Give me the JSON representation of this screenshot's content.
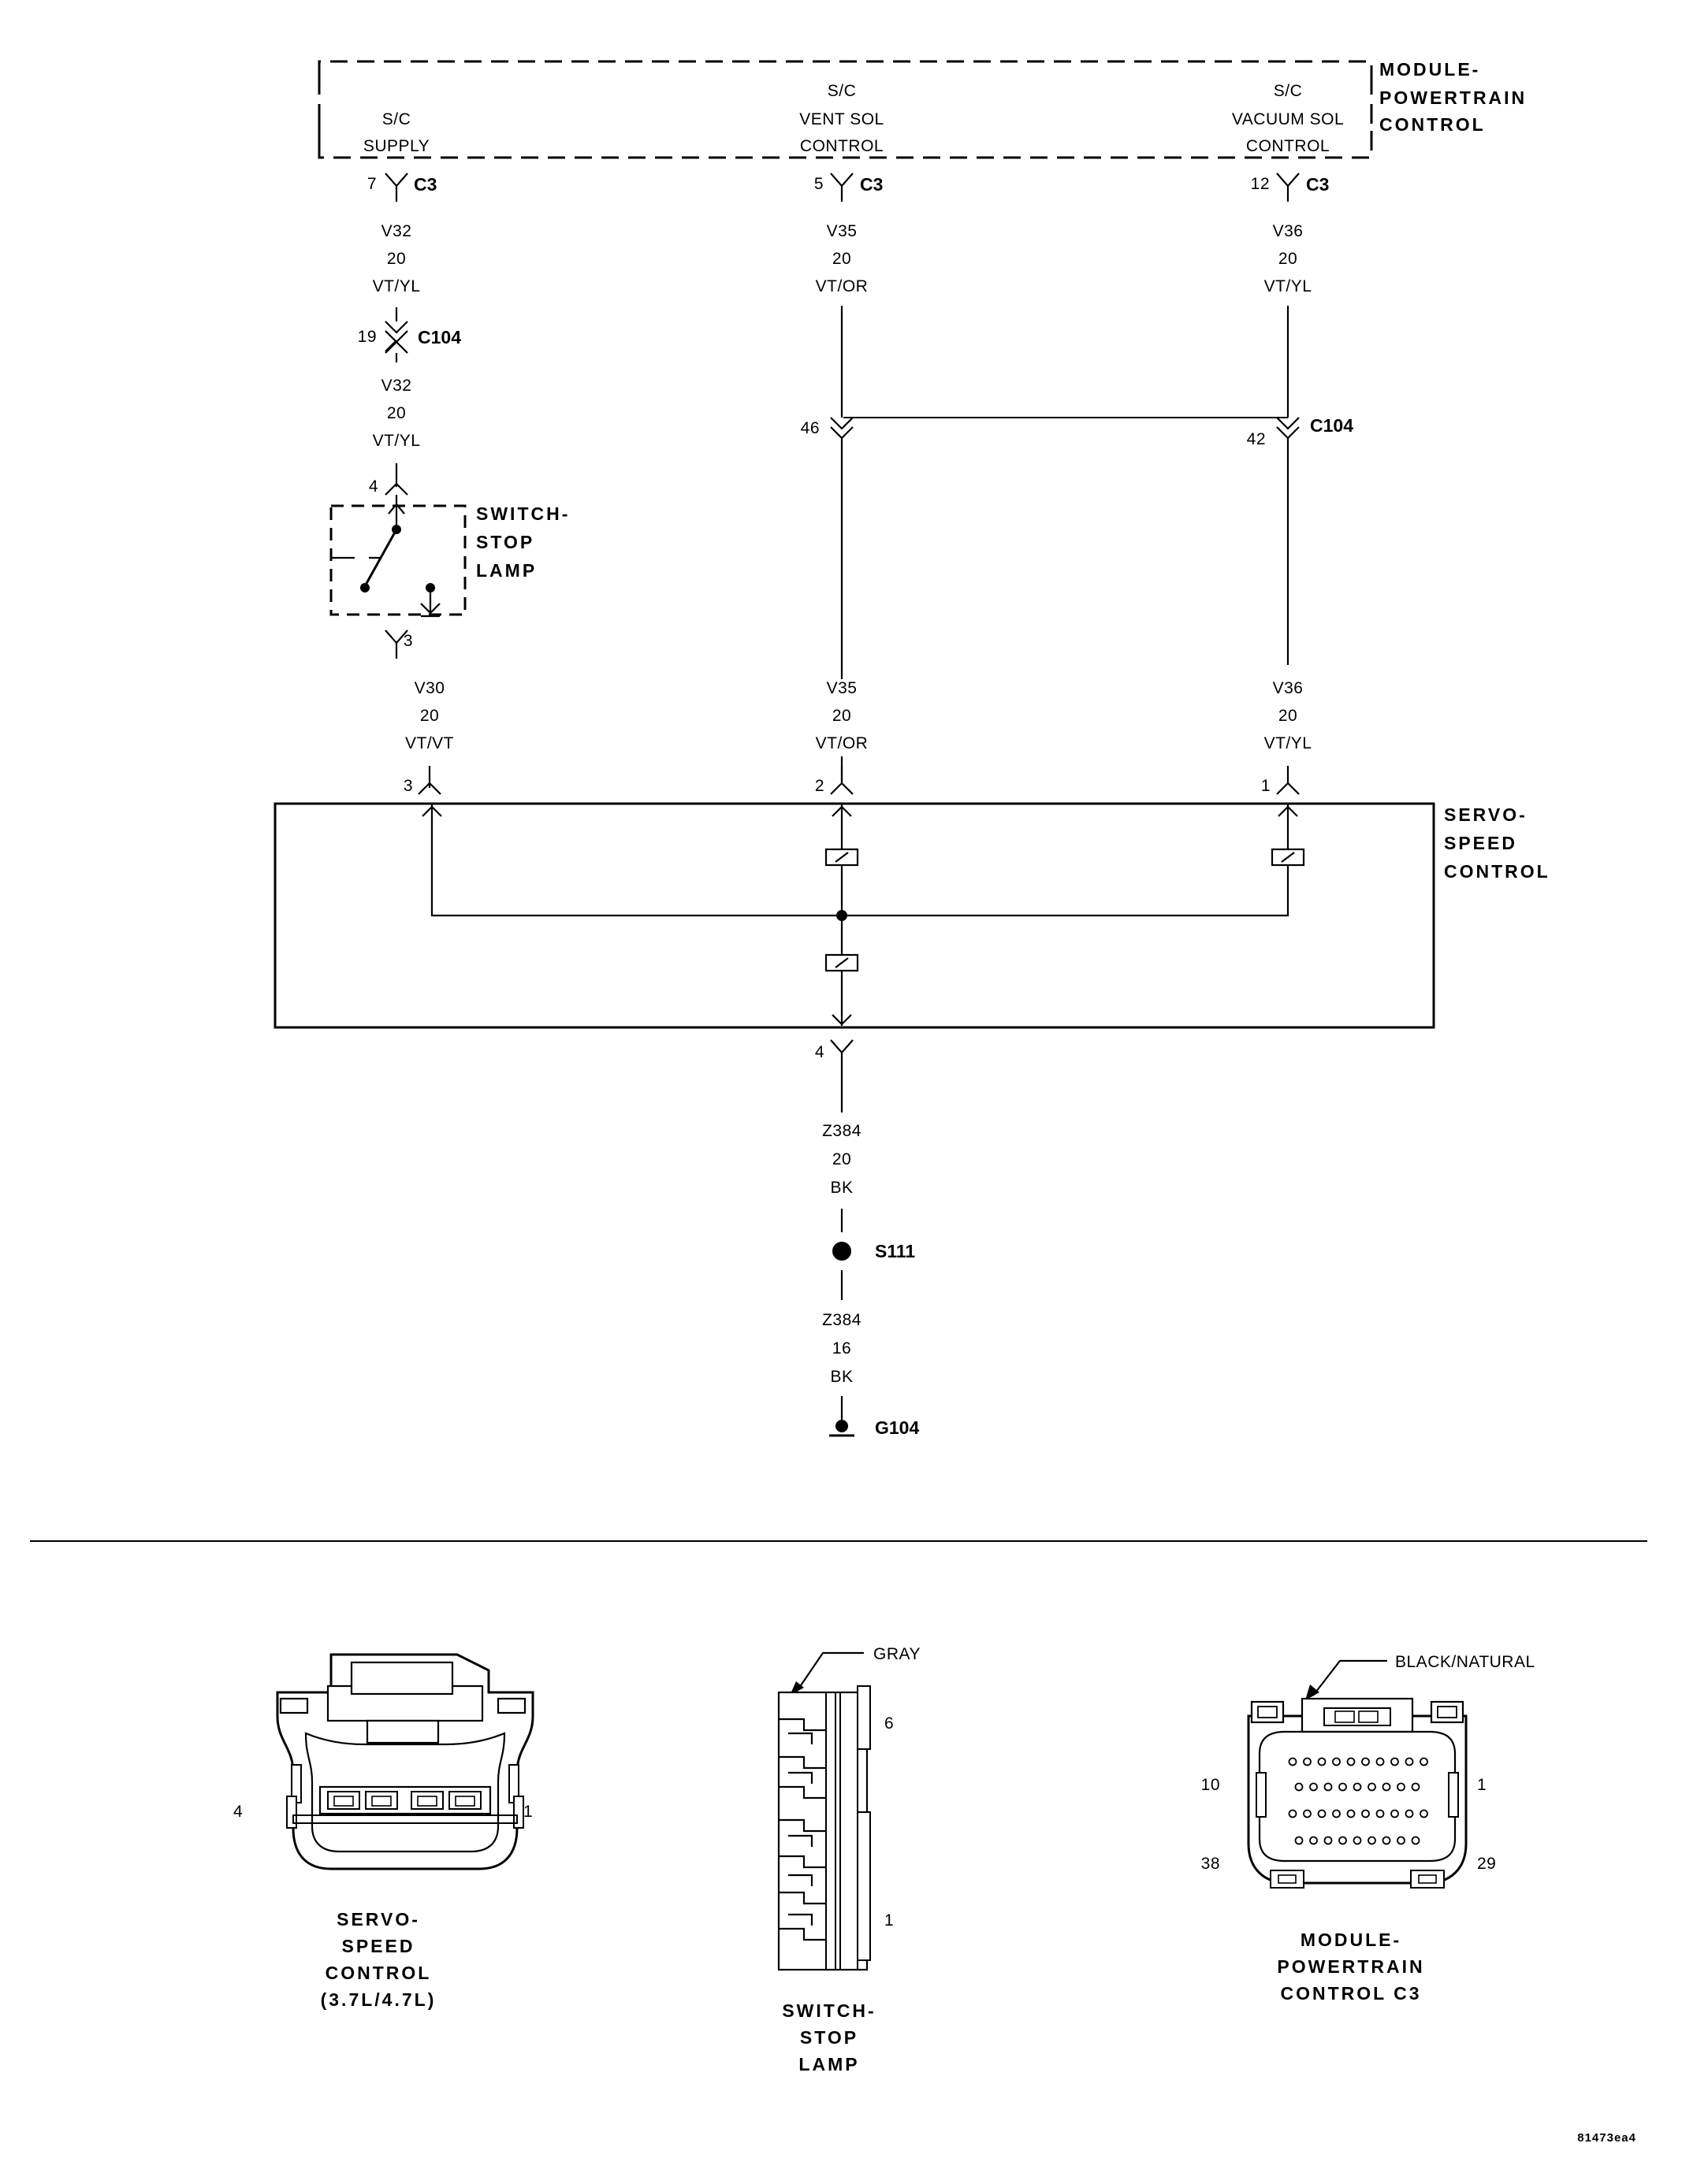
{
  "modules": {
    "pcm": {
      "label": [
        "MODULE-",
        "POWERTRAIN",
        "CONTROL"
      ]
    },
    "stop_lamp_switch": {
      "label": [
        "SWITCH-",
        "STOP",
        "LAMP"
      ]
    },
    "servo": {
      "label": [
        "SERVO-",
        "SPEED",
        "CONTROL"
      ]
    }
  },
  "pcm_pins": [
    {
      "name": [
        "S/C",
        "SUPPLY"
      ],
      "pin": "7",
      "connector": "C3"
    },
    {
      "name": [
        "S/C",
        "VENT SOL",
        "CONTROL"
      ],
      "pin": "5",
      "connector": "C3"
    },
    {
      "name": [
        "S/C",
        "VACUUM SOL",
        "CONTROL"
      ],
      "pin": "12",
      "connector": "C3"
    }
  ],
  "wires": {
    "left_upper": [
      "V32",
      "20",
      "VT/YL"
    ],
    "left_middle": [
      "V32",
      "20",
      "VT/YL"
    ],
    "left_lower": [
      "V30",
      "20",
      "VT/VT"
    ],
    "center_upper": [
      "V35",
      "20",
      "VT/OR"
    ],
    "center_lower": [
      "V35",
      "20",
      "VT/OR"
    ],
    "right_upper": [
      "V36",
      "20",
      "VT/YL"
    ],
    "right_lower": [
      "V36",
      "20",
      "VT/YL"
    ],
    "ground_upper": [
      "Z384",
      "20",
      "BK"
    ],
    "ground_lower": [
      "Z384",
      "16",
      "BK"
    ]
  },
  "connectors": {
    "c104": {
      "label": "C104",
      "pin_left": "19",
      "pin_center": "46",
      "pin_right": "42"
    },
    "switch_in_pin": "4",
    "switch_out_pin": "3",
    "servo_pins": {
      "left": "3",
      "center": "2",
      "right": "1",
      "ground": "4"
    }
  },
  "splice": "S111",
  "ground": "G104",
  "connector_views": {
    "servo": {
      "label": [
        "SERVO-",
        "SPEED",
        "CONTROL",
        "(3.7L/4.7L)"
      ],
      "pin_left": "4",
      "pin_right": "1"
    },
    "switch": {
      "label": [
        "SWITCH-",
        "STOP",
        "LAMP"
      ],
      "color": "GRAY",
      "pin_top": "6",
      "pin_bottom": "1"
    },
    "pcm_c3": {
      "label": [
        "MODULE-",
        "POWERTRAIN",
        "CONTROL C3"
      ],
      "color": "BLACK/NATURAL",
      "pin_tl": "10",
      "pin_tr": "1",
      "pin_bl": "38",
      "pin_br": "29"
    }
  },
  "figure_id": "81473ea4"
}
